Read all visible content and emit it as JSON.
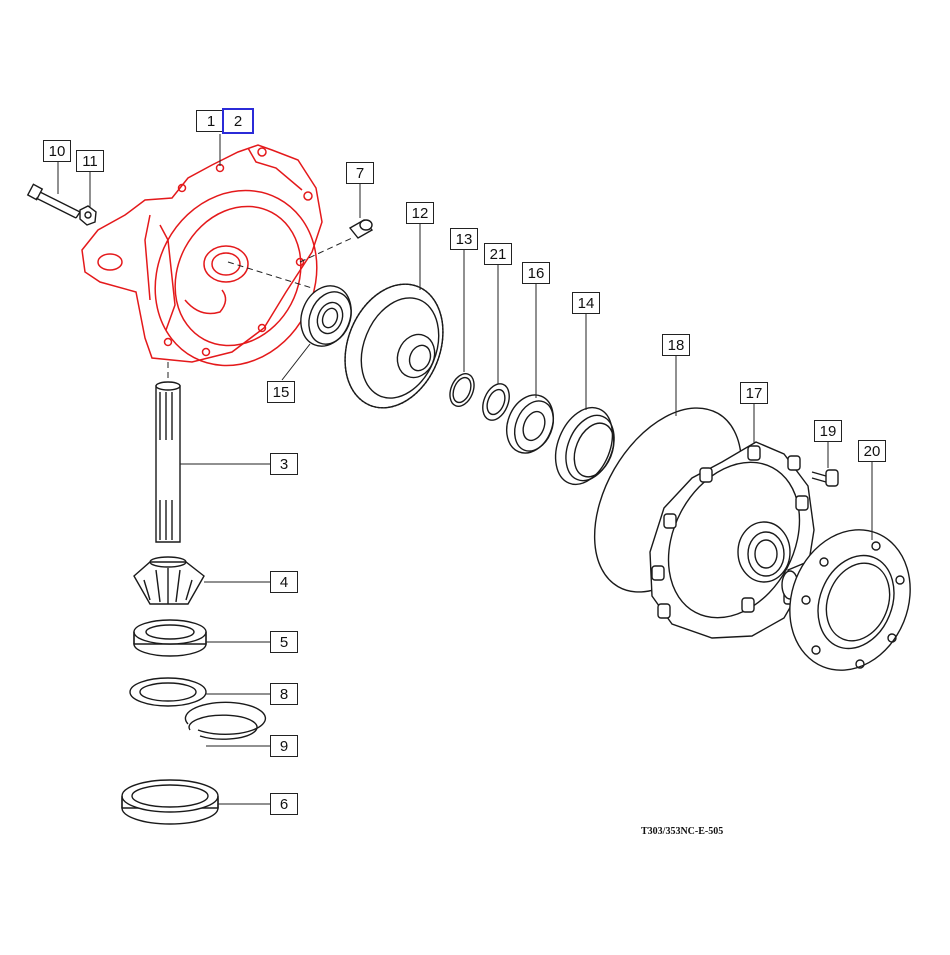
{
  "diagram": {
    "reference_code": "T303/353NC-E-505",
    "highlight_color": "#e4191b",
    "selection_color": "#2b2bd8",
    "callouts": [
      {
        "id": "c1",
        "label": "1"
      },
      {
        "id": "c2",
        "label": "2",
        "selected": true
      },
      {
        "id": "c3",
        "label": "3"
      },
      {
        "id": "c4",
        "label": "4"
      },
      {
        "id": "c5",
        "label": "5"
      },
      {
        "id": "c6",
        "label": "6"
      },
      {
        "id": "c7",
        "label": "7"
      },
      {
        "id": "c8",
        "label": "8"
      },
      {
        "id": "c9",
        "label": "9"
      },
      {
        "id": "c10",
        "label": "10"
      },
      {
        "id": "c11",
        "label": "11"
      },
      {
        "id": "c12",
        "label": "12"
      },
      {
        "id": "c13",
        "label": "13"
      },
      {
        "id": "c14",
        "label": "14"
      },
      {
        "id": "c15",
        "label": "15"
      },
      {
        "id": "c16",
        "label": "16"
      },
      {
        "id": "c17",
        "label": "17"
      },
      {
        "id": "c18",
        "label": "18"
      },
      {
        "id": "c19",
        "label": "19"
      },
      {
        "id": "c20",
        "label": "20"
      },
      {
        "id": "c21",
        "label": "21"
      }
    ]
  }
}
